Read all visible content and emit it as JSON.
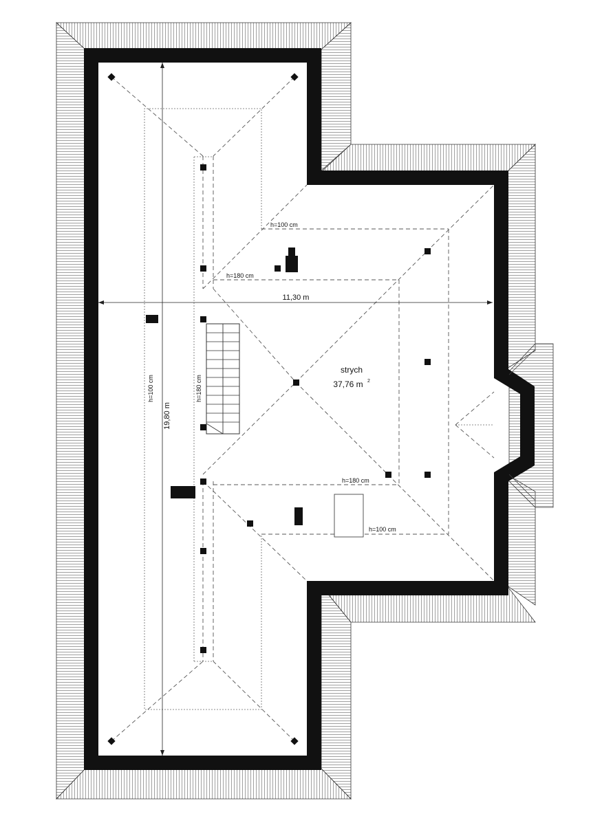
{
  "room": {
    "name": "strych",
    "area": "37,76 m",
    "area_sup": "2"
  },
  "dimensions": {
    "width": "11,30 m",
    "length": "19,80 m"
  },
  "heights": {
    "top_h100": "h=100 cm",
    "top_h180": "h=180 cm",
    "left_h100": "h=100 cm",
    "left_h180": "h=180 cm",
    "bottom_h180": "h=180 cm",
    "bottom_h100": "h=100 cm"
  }
}
